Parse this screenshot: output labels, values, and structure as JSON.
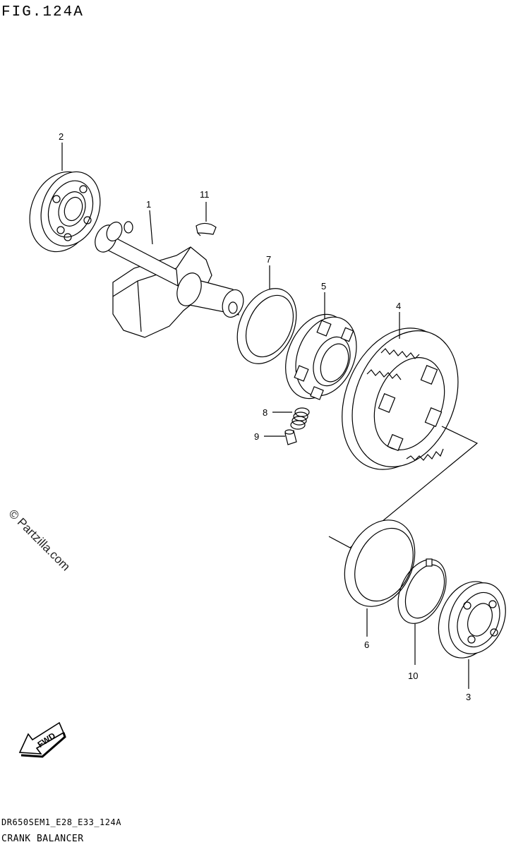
{
  "figure": {
    "title": "FIG.124A",
    "footer_code": "DR650SEM1_E28_E33_124A",
    "footer_name": "CRANK BALANCER",
    "watermark": "© Partzilla.com",
    "fwd_label": "FWD"
  },
  "callouts": [
    {
      "label": "1"
    },
    {
      "label": "2"
    },
    {
      "label": "3"
    },
    {
      "label": "4"
    },
    {
      "label": "5"
    },
    {
      "label": "6"
    },
    {
      "label": "7"
    },
    {
      "label": "8"
    },
    {
      "label": "9"
    },
    {
      "label": "10"
    },
    {
      "label": "11"
    }
  ]
}
